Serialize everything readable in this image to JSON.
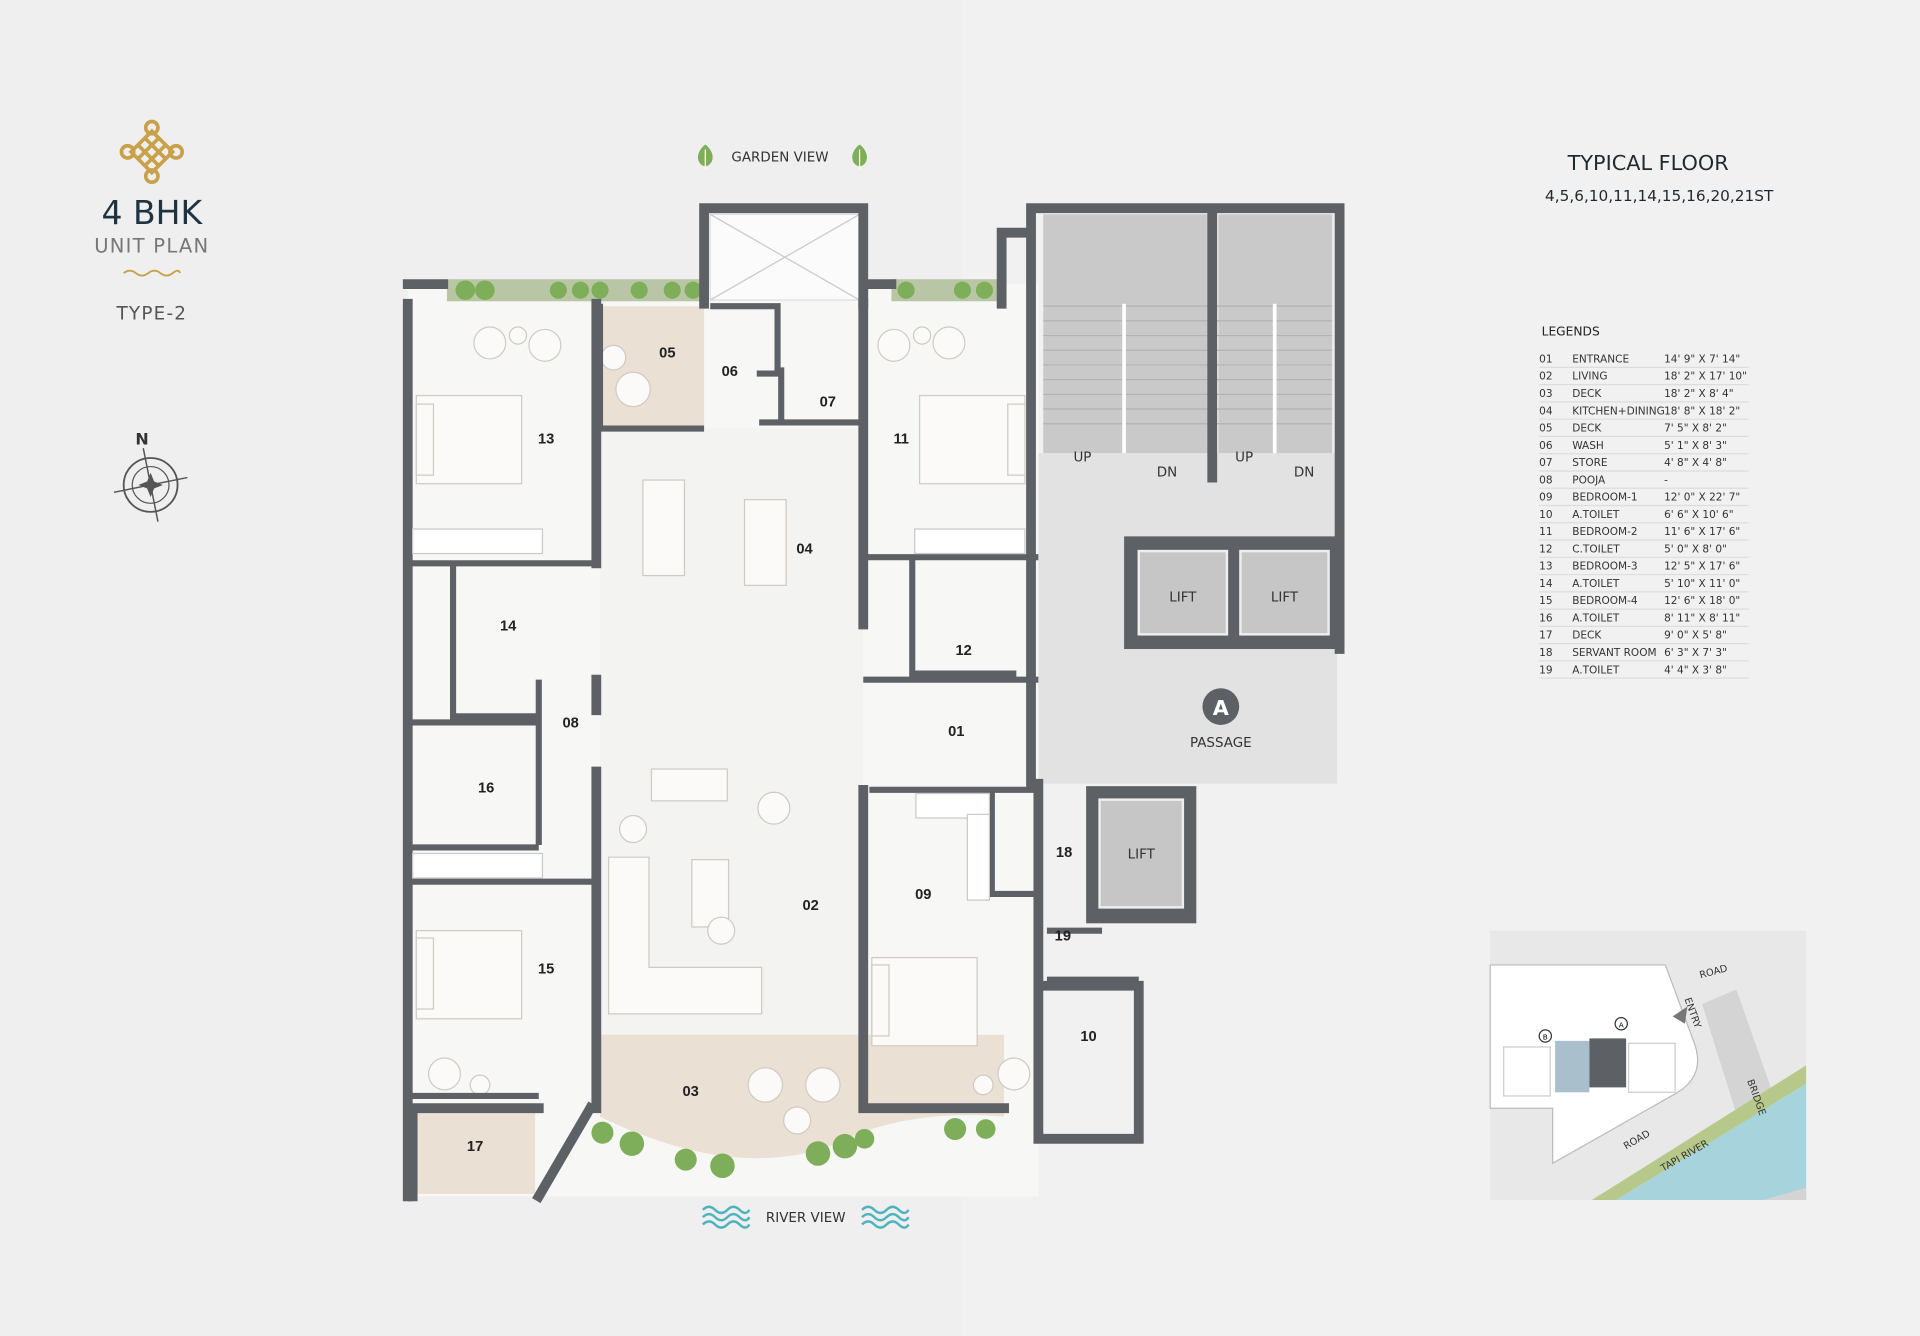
{
  "title": {
    "bhk": "4 BHK",
    "subtitle": "UNIT PLAN",
    "type": "TYPE-2"
  },
  "compass": {
    "north": "N"
  },
  "views": {
    "top": "GARDEN VIEW",
    "bottom": "RIVER VIEW"
  },
  "floor": {
    "heading": "TYPICAL FLOOR",
    "floors": "4,5,6,10,11,14,15,16,20,21ST"
  },
  "plan_labels": {
    "up1": "UP",
    "dn1": "DN",
    "up2": "UP",
    "dn2": "DN",
    "lift1": "LIFT",
    "lift2": "LIFT",
    "lift3": "LIFT",
    "passage_badge": "A",
    "passage": "PASSAGE"
  },
  "rooms": {
    "r01": "01",
    "r02": "02",
    "r03": "03",
    "r04": "04",
    "r05": "05",
    "r06": "06",
    "r07": "07",
    "r08": "08",
    "r09": "09",
    "r10": "10",
    "r11": "11",
    "r12": "12",
    "r13": "13",
    "r14": "14",
    "r15": "15",
    "r16": "16",
    "r17": "17",
    "r18": "18",
    "r19": "19"
  },
  "legend": {
    "heading": "LEGENDS",
    "items": [
      {
        "no": "01",
        "name": "ENTRANCE",
        "size": "14' 9\" X 7' 14\""
      },
      {
        "no": "02",
        "name": "LIVING",
        "size": "18' 2\" X 17' 10\""
      },
      {
        "no": "03",
        "name": "DECK",
        "size": "18' 2\" X 8' 4\""
      },
      {
        "no": "04",
        "name": "KITCHEN+DINING",
        "size": "18' 8\" X 18' 2\""
      },
      {
        "no": "05",
        "name": "DECK",
        "size": "7' 5\" X 8' 2\""
      },
      {
        "no": "06",
        "name": "WASH",
        "size": "5' 1\" X 8' 3\""
      },
      {
        "no": "07",
        "name": "STORE",
        "size": "4' 8\" X 4' 8\""
      },
      {
        "no": "08",
        "name": "POOJA",
        "size": "-"
      },
      {
        "no": "09",
        "name": "BEDROOM-1",
        "size": "12' 0\" X 22' 7\""
      },
      {
        "no": "10",
        "name": "A.TOILET",
        "size": "6' 6\" X 10' 6\""
      },
      {
        "no": "11",
        "name": "BEDROOM-2",
        "size": "11' 6\" X 17' 6\""
      },
      {
        "no": "12",
        "name": "C.TOILET",
        "size": "5' 0\" X 8' 0\""
      },
      {
        "no": "13",
        "name": "BEDROOM-3",
        "size": "12' 5\" X 17' 6\""
      },
      {
        "no": "14",
        "name": "A.TOILET",
        "size": "5' 10\" X 11' 0\""
      },
      {
        "no": "15",
        "name": "BEDROOM-4",
        "size": "12' 6\" X 18' 0\""
      },
      {
        "no": "16",
        "name": "A.TOILET",
        "size": "8' 11\" X 8' 11\""
      },
      {
        "no": "17",
        "name": "DECK",
        "size": "9' 0\" X 5' 8\""
      },
      {
        "no": "18",
        "name": "SERVANT ROOM",
        "size": "6' 3\" X 7' 3\""
      },
      {
        "no": "19",
        "name": "A.TOILET",
        "size": "4' 4\" X 3' 8\""
      }
    ]
  },
  "key_plan": {
    "road1": "ROAD",
    "road2": "ROAD",
    "entry": "ENTRY",
    "bridge": "BRIDGE",
    "river": "TAPI RIVER",
    "tower_a": "A",
    "tower_b": "B"
  },
  "colors": {
    "wall": "#5d6166",
    "gold": "#c9a14a",
    "navy": "#1f3440",
    "deck": "#ebe0d4",
    "green": "#7fae5a",
    "river": "#a7d3dc"
  }
}
